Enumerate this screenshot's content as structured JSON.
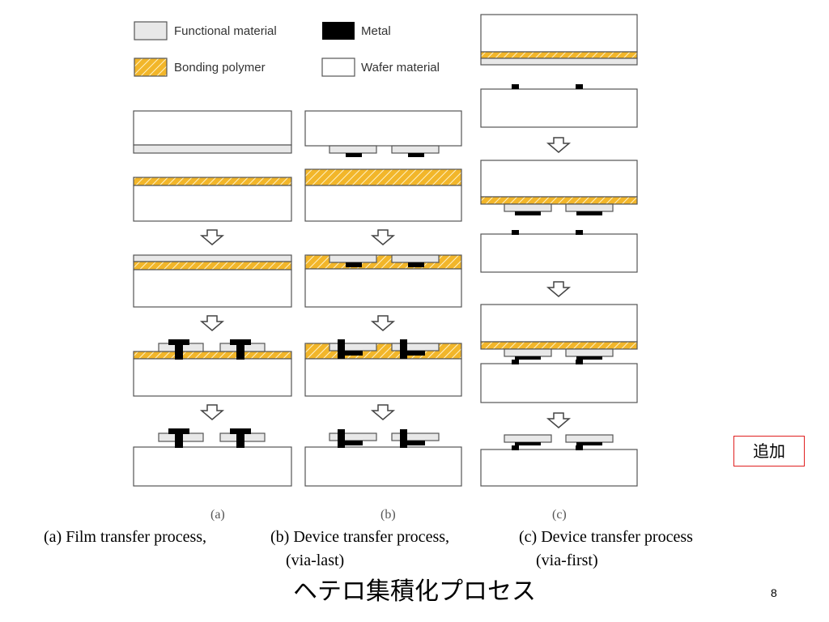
{
  "legend": {
    "functional": "Functional material",
    "metal": "Metal",
    "bonding": "Bonding polymer",
    "wafer": "Wafer material"
  },
  "columns": {
    "a": {
      "label": "(a)"
    },
    "b": {
      "label": "(b)"
    },
    "c": {
      "label": "(c)"
    }
  },
  "captions": {
    "a": "(a) Film transfer process,",
    "b_line1": "(b) Device transfer process,",
    "b_line2": "(via-last)",
    "c_line1": "(c) Device transfer process",
    "c_line2": "(via-first)"
  },
  "title": "ヘテロ集積化プロセス",
  "page_number": "8",
  "note": "追加",
  "colors": {
    "bonding": "#f2b62a",
    "functional": "#e8e8e8",
    "metal": "#000000",
    "wafer": "#ffffff",
    "outline": "#555555",
    "note_border": "#e02020"
  }
}
